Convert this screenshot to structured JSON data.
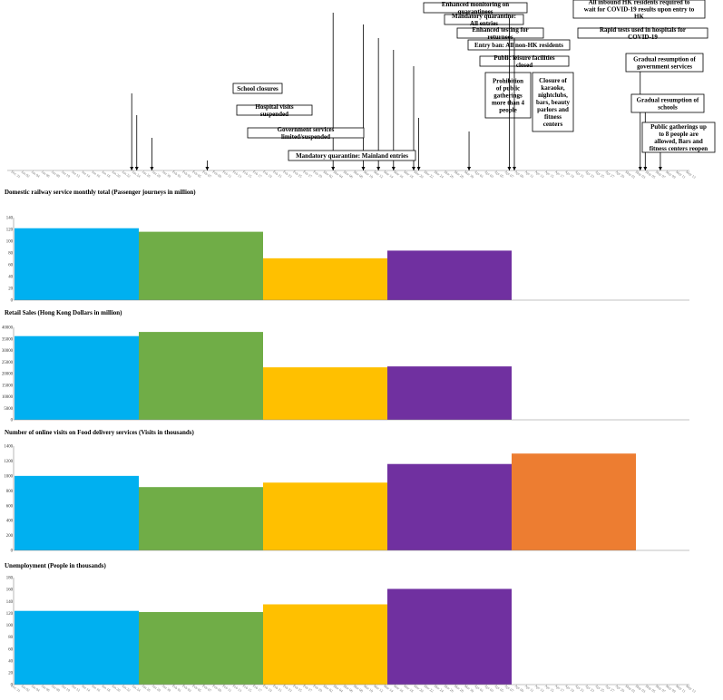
{
  "chart_data": [
    {
      "type": "timeline",
      "date_labels": [
        "Dec 31",
        "Jan 01",
        "Jan 02",
        "Jan 03",
        "Jan 04",
        "Jan 05",
        "Jan 06",
        "Jan 07",
        "Jan 08",
        "Jan 09",
        "Jan 10",
        "Jan 11",
        "Jan 12",
        "Jan 13",
        "Jan 14",
        "Jan 15",
        "Jan 16",
        "Jan 17",
        "Jan 18",
        "Jan 19",
        "Jan 20",
        "Jan 21",
        "Jan 22",
        "Jan 23",
        "Jan 24",
        "Jan 25",
        "Jan 26",
        "Jan 27",
        "Jan 28",
        "Jan 29",
        "Jan 30",
        "Jan 31",
        "Feb 01",
        "Feb 02",
        "Feb 03",
        "Feb 04",
        "Feb 05",
        "Feb 06",
        "Feb 07",
        "Feb 08",
        "Feb 09",
        "Feb 10",
        "Feb 11",
        "Feb 12",
        "Feb 13",
        "Feb 14",
        "Feb 15",
        "Feb 16",
        "Feb 17",
        "Feb 18",
        "Feb 19",
        "Feb 20",
        "Feb 21",
        "Feb 22",
        "Feb 23",
        "Feb 24",
        "Feb 25",
        "Feb 26",
        "Feb 27",
        "Feb 28",
        "Feb 29",
        "Mar 01",
        "Mar 02",
        "Mar 03",
        "Mar 04",
        "Mar 05",
        "Mar 06",
        "Mar 07",
        "Mar 08",
        "Mar 09",
        "Mar 10",
        "Mar 11",
        "Mar 12",
        "Mar 13",
        "Mar 14",
        "Mar 15",
        "Mar 16",
        "Mar 17",
        "Mar 18",
        "Mar 19",
        "Mar 20",
        "Mar 21",
        "Mar 22",
        "Mar 23",
        "Mar 24",
        "Mar 25",
        "Mar 26",
        "Mar 27",
        "Mar 28",
        "Mar 29",
        "Mar 30",
        "Mar 31",
        "Apr 01",
        "Apr 02",
        "Apr 03",
        "Apr 04",
        "Apr 05",
        "Apr 06",
        "Apr 07",
        "Apr 08",
        "Apr 09",
        "Apr 10",
        "Apr 11",
        "Apr 12",
        "Apr 13",
        "Apr 14",
        "Apr 15",
        "Apr 16",
        "Apr 17",
        "Apr 18",
        "Apr 19",
        "Apr 20",
        "Apr 21",
        "Apr 22",
        "Apr 23",
        "Apr 24",
        "Apr 25",
        "Apr 26",
        "Apr 27",
        "Apr 28",
        "Apr 29",
        "Apr 30",
        "May 01",
        "May 02",
        "May 03",
        "May 04",
        "May 05",
        "May 06",
        "May 07",
        "May 08",
        "May 09",
        "May 10",
        "May 11",
        "May 12",
        "May 13",
        "May 14"
      ],
      "tick_step": 2,
      "events": [
        {
          "label": "Enhanced monitoring on quarantinees",
          "date": "Mar 04"
        },
        {
          "label": "Mandatory quarantine: All entries",
          "date": "Mar 10"
        },
        {
          "label": "Enhanced testing for returnees",
          "date": "Mar 13"
        },
        {
          "label": "Entry ban: All non-HK residents",
          "date": "Mar 16"
        },
        {
          "label": "Public leisure facilities closed",
          "date": "Mar 20"
        },
        {
          "label": "Prohibition of public gatherings more than 4 people",
          "date": "Mar 21"
        },
        {
          "label": "Closure of karaoke, nightclubs, bars, beauty parlors and fitness centers",
          "date": "Mar 31"
        },
        {
          "label": "All inbound HK residents required to wait for COVID-19 results upon entry to HK",
          "date": "Apr 08"
        },
        {
          "label": "Rapid tests used in hospitals for COVID-19",
          "date": "Apr 09"
        },
        {
          "label": "School closures",
          "date": "Jan 24"
        },
        {
          "label": "Hospital visits suspended",
          "date": "Jan 25"
        },
        {
          "label": "Government services limited/suspended",
          "date": "Jan 28"
        },
        {
          "label": "Mandatory quarantine: Mainland entries",
          "date": "Feb 08"
        },
        {
          "label": "Gradual resumption of government services",
          "date": "May 04"
        },
        {
          "label": "Gradual resumption of schools",
          "date": "May 05"
        },
        {
          "label": "Public gatherings up to 8 people are allowed, Bars and fitness centers reopen",
          "date": "May 08"
        }
      ]
    },
    {
      "type": "bar",
      "title": "Domestic railway service monthly total (Passenger journeys in million)",
      "yticks": [
        0,
        20,
        40,
        60,
        80,
        100,
        120,
        140
      ],
      "ylim": [
        0,
        140
      ],
      "values": [
        122,
        116,
        71,
        84
      ],
      "colors": [
        "#00b0f0",
        "#70ad47",
        "#ffc000",
        "#7030a0"
      ]
    },
    {
      "type": "bar",
      "title": "Retail Sales (Hong Kong Dollars in million)",
      "yticks": [
        0,
        5000,
        10000,
        15000,
        20000,
        25000,
        30000,
        35000,
        40000
      ],
      "ylim": [
        0,
        40000
      ],
      "values": [
        36200,
        38000,
        22700,
        23100
      ],
      "colors": [
        "#00b0f0",
        "#70ad47",
        "#ffc000",
        "#7030a0"
      ]
    },
    {
      "type": "bar",
      "title": "Number of online visits on Food delivery services (Visits in thousands)",
      "yticks": [
        0,
        200,
        400,
        600,
        800,
        1000,
        1200,
        1400
      ],
      "ylim": [
        0,
        1400
      ],
      "values": [
        1000,
        850,
        910,
        1160,
        1300
      ],
      "colors": [
        "#00b0f0",
        "#70ad47",
        "#ffc000",
        "#7030a0",
        "#ed7d31"
      ]
    },
    {
      "type": "bar",
      "title": "Unemployment (People in thousands)",
      "yticks": [
        0,
        20,
        40,
        60,
        80,
        100,
        120,
        140,
        160,
        180
      ],
      "ylim": [
        0,
        180
      ],
      "values": [
        124,
        122,
        135,
        161
      ],
      "colors": [
        "#00b0f0",
        "#70ad47",
        "#ffc000",
        "#7030a0"
      ]
    }
  ]
}
